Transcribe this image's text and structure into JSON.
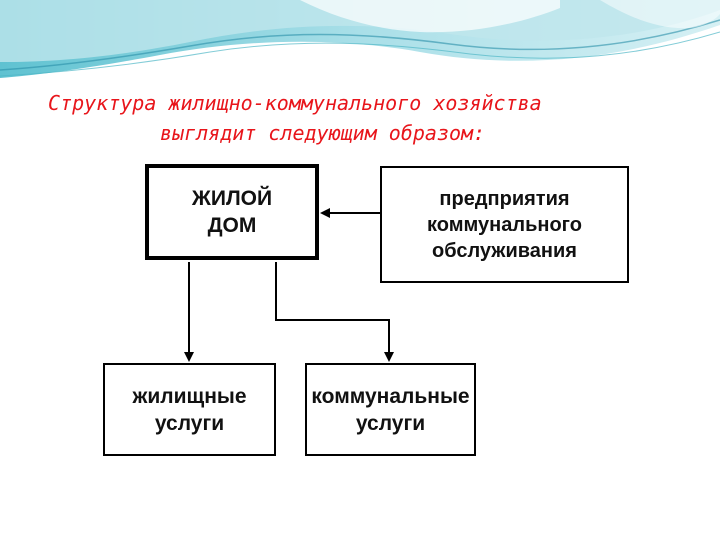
{
  "slide": {
    "title_line1": "Структура жилищно-коммунального хозяйства",
    "title_line2": "выглядит следующим образом:"
  },
  "diagram": {
    "nodes": {
      "house": {
        "line1": "ЖИЛОЙ",
        "line2": "ДОМ"
      },
      "enterprises": {
        "line1": "предприятия",
        "line2": "коммунального",
        "line3": "обслуживания"
      },
      "housing_services": {
        "line1": "жилищные",
        "line2": "услуги"
      },
      "communal_services": {
        "line1": "коммунальные",
        "line2": "услуги"
      }
    },
    "edges": [
      {
        "from": "enterprises",
        "to": "house"
      },
      {
        "from": "house",
        "to": "housing_services"
      },
      {
        "from": "house",
        "to": "communal_services"
      }
    ]
  },
  "colors": {
    "title": "#e8151b",
    "wave_light": "#bfe6ec",
    "wave_teal": "#4fb6c6",
    "wave_dark": "#2a8fa8"
  }
}
